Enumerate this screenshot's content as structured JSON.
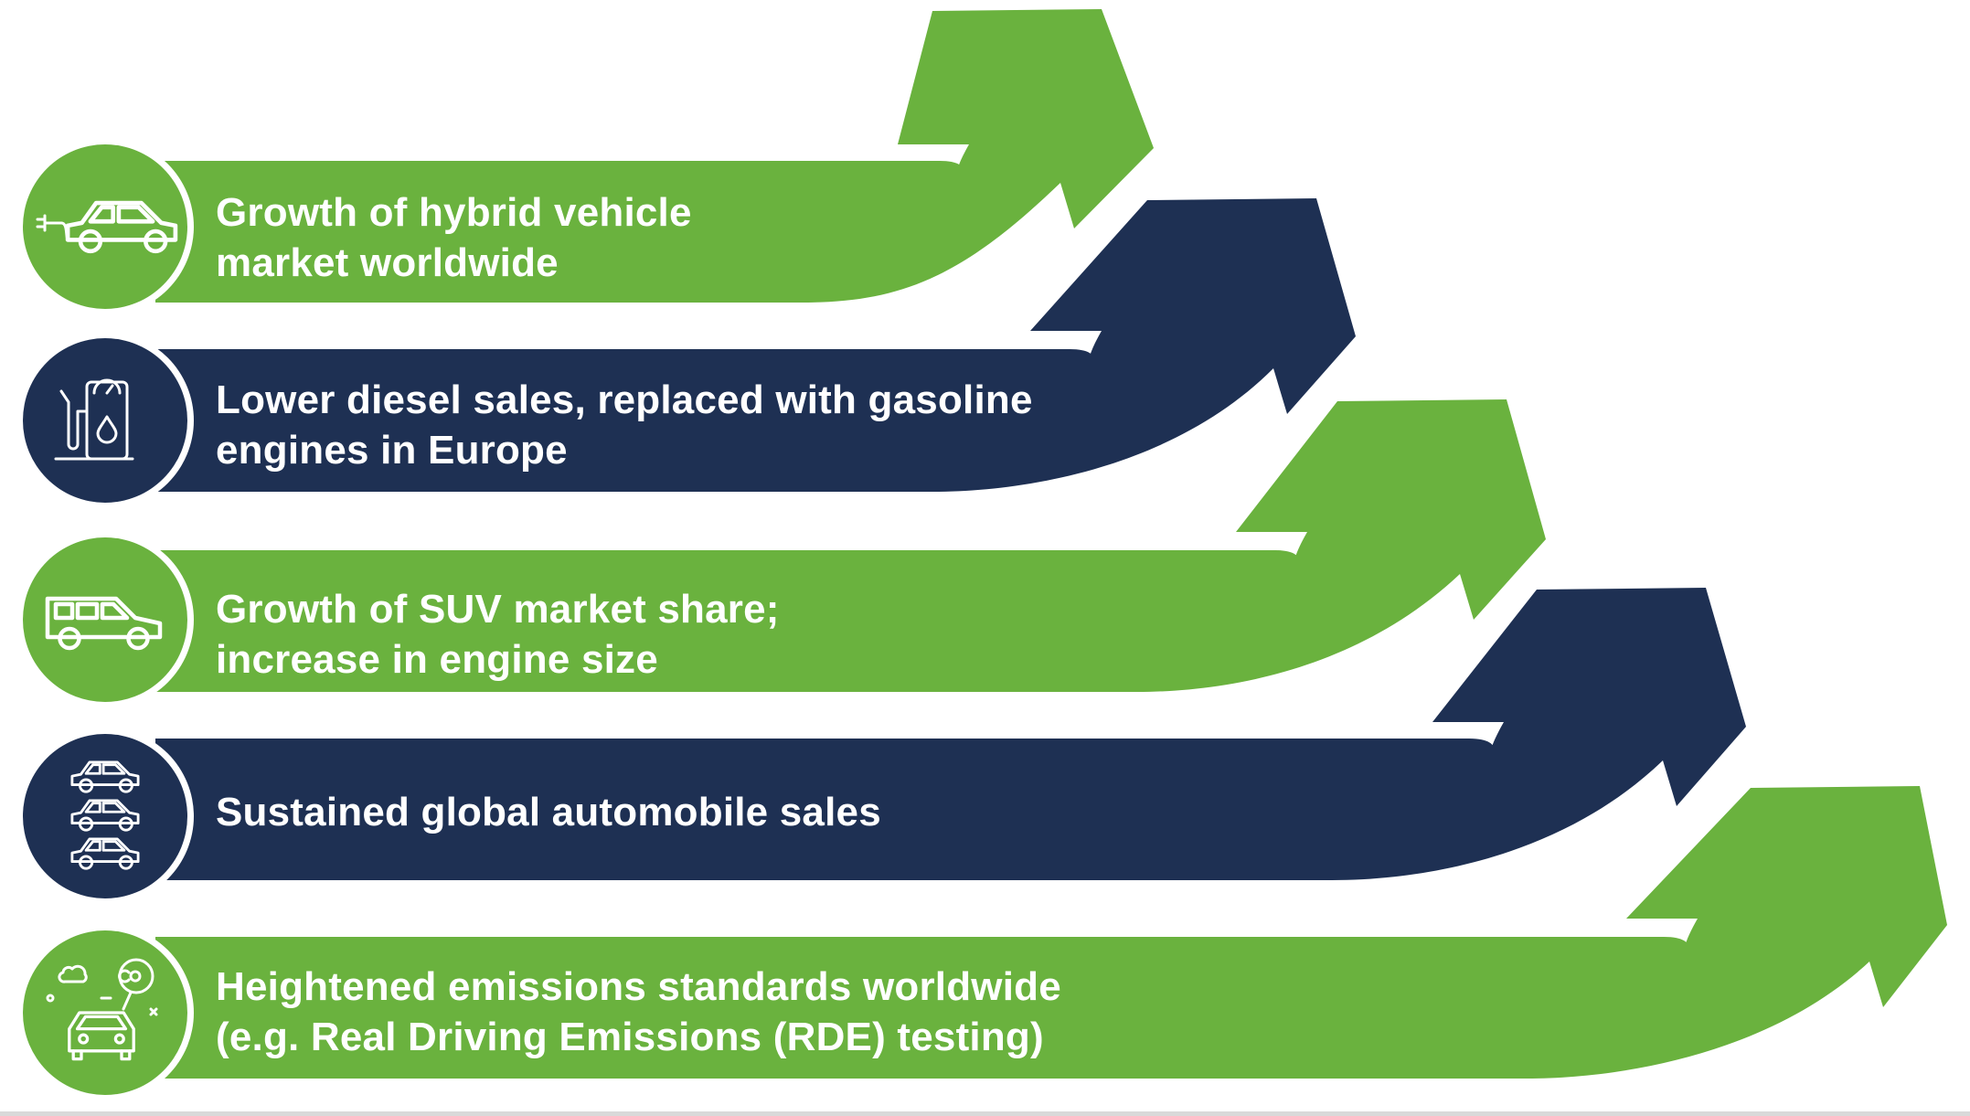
{
  "colors": {
    "green": "#6ab23e",
    "navy": "#1e3053",
    "icon_stroke": "#ffffff",
    "background": "#ffffff"
  },
  "rows": [
    {
      "id": "hybrid",
      "color": "green",
      "icon": "plug-in-hybrid-car-icon",
      "lines": [
        "Growth of hybrid vehicle",
        "market worldwide"
      ]
    },
    {
      "id": "diesel",
      "color": "navy",
      "icon": "fuel-pump-icon",
      "lines": [
        "Lower diesel sales, replaced with gasoline",
        "engines in Europe"
      ]
    },
    {
      "id": "suv",
      "color": "green",
      "icon": "suv-icon",
      "lines": [
        "Growth of SUV market share;",
        "increase in engine size"
      ]
    },
    {
      "id": "sales",
      "color": "navy",
      "icon": "three-cars-icon",
      "lines": [
        "Sustained global automobile sales"
      ]
    },
    {
      "id": "emissions",
      "color": "green",
      "icon": "emissions-car-co2-icon",
      "lines": [
        "Heightened emissions standards worldwide",
        "(e.g. Real Driving Emissions (RDE) testing)"
      ]
    }
  ]
}
